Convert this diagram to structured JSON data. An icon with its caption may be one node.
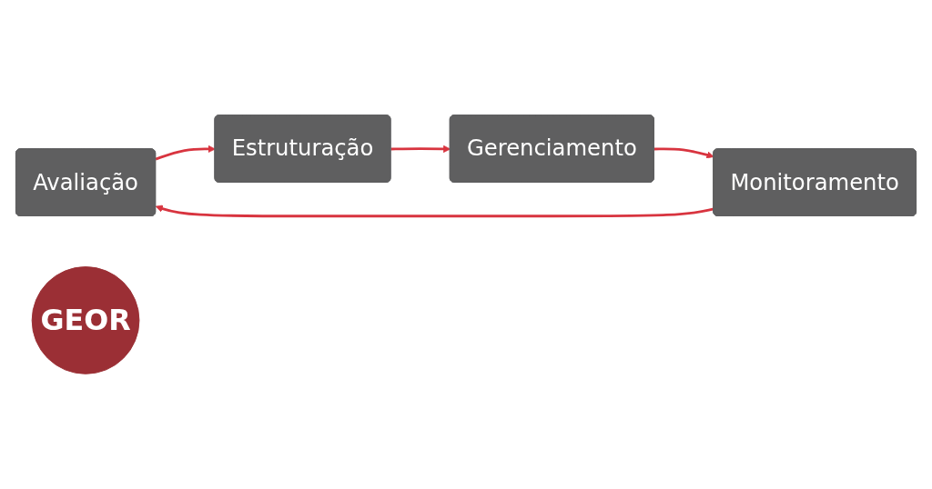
{
  "diagram": {
    "nodes": [
      {
        "text": [
          "Avaliação"
        ]
      },
      {
        "text": [
          "Estruturação"
        ]
      },
      {
        "text": [
          "GEOR"
        ]
      },
      {
        "text": [
          "Monitoramento"
        ]
      },
      {
        "text": [
          "Gerenciamento"
        ]
      }
    ],
    "edges": [
      {
        "from": 0,
        "to": 1,
        "arrow": "to"
      },
      {
        "from": 1,
        "to": 4,
        "arrow": "to"
      },
      {
        "from": 4,
        "to": 3,
        "arrow": "to"
      },
      {
        "from": 3,
        "to": 0,
        "arrow": "to"
      }
    ]
  }
}
